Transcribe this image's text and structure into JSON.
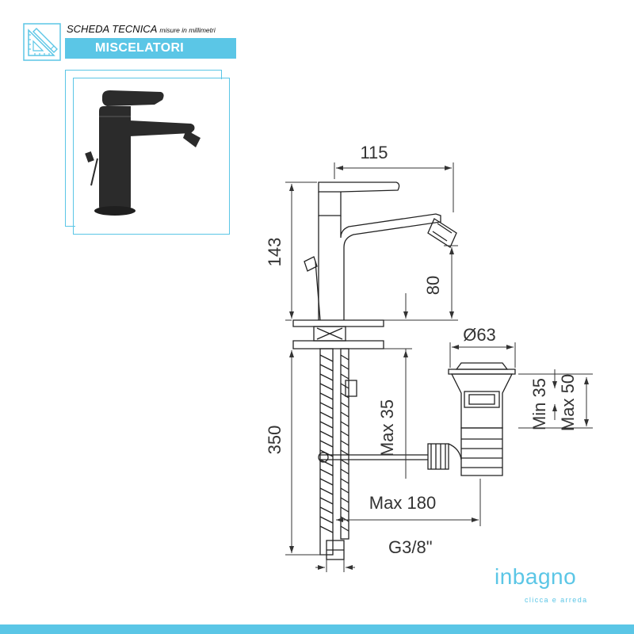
{
  "header": {
    "title": "SCHEDA TECNICA",
    "subtitle": "misure in millimetri",
    "category": "MISCELATORI",
    "icon": "ruler-pencil-icon"
  },
  "dimensions": {
    "width_top": "115",
    "height_total": "143",
    "spout_height": "80",
    "diameter": "Ø63",
    "min_drain": "Min 35",
    "max_drain": "Max 50",
    "hose_length": "350",
    "max_thickness": "Max 35",
    "max_reach": "Max 180",
    "thread": "G3/8\""
  },
  "brand": {
    "logo_text_a": "in",
    "logo_text_b": "bagno",
    "tagline": "clicca e arreda"
  },
  "colors": {
    "accent": "#5bc6e6",
    "line": "#222222",
    "product": "#2b2b2b"
  }
}
